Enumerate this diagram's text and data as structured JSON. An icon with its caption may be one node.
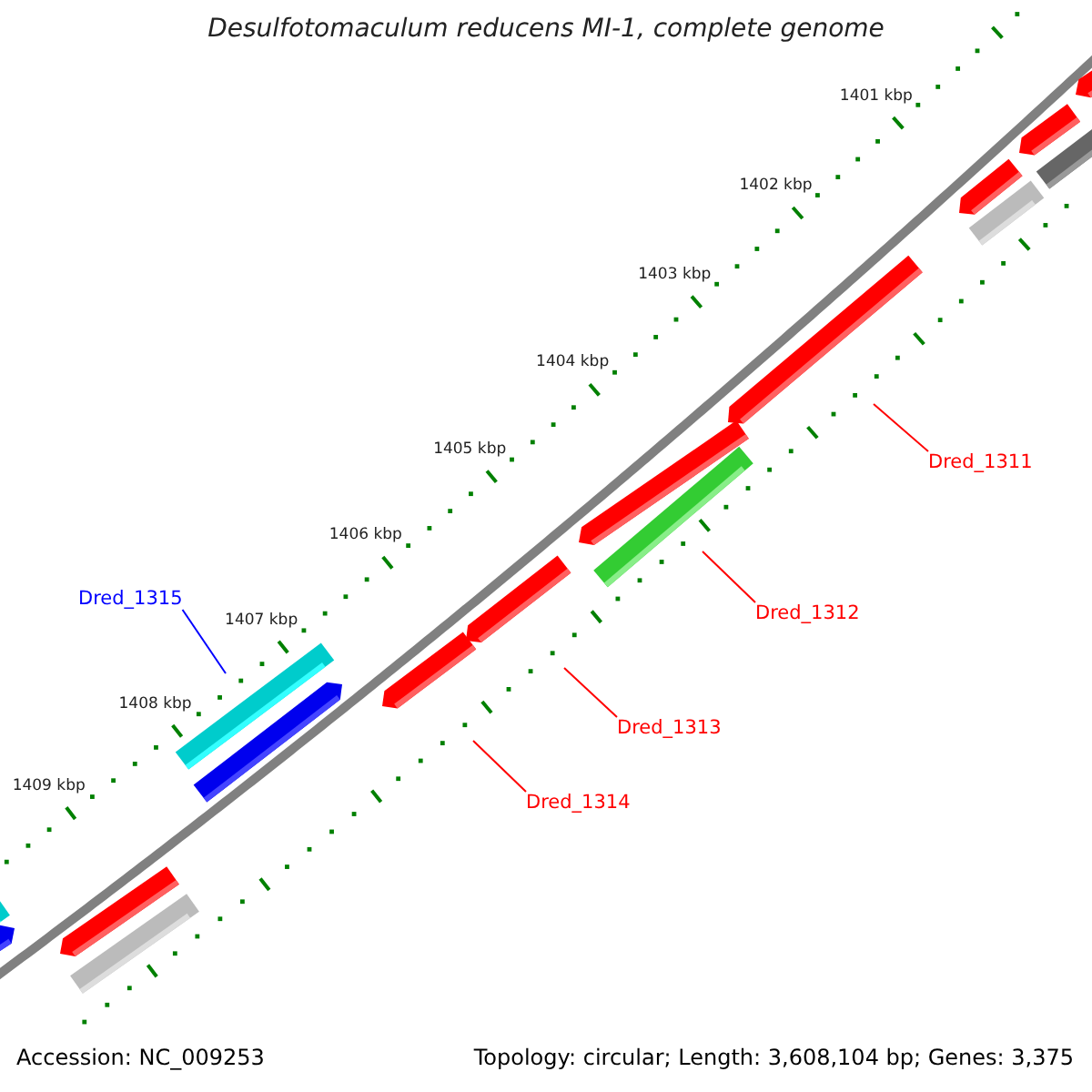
{
  "diagram": {
    "title": "Desulfotomaculum reducens MI-1, complete genome",
    "nodes": [
      {
        "text": [
          "Dred_1311"
        ]
      },
      {
        "text": [
          "Dred_1312"
        ]
      },
      {
        "text": [
          "Dred_1313"
        ]
      },
      {
        "text": [
          "Dred_1314"
        ]
      },
      {
        "text": [
          "Dred_1315"
        ]
      }
    ],
    "edges": [
      {
        "from": 0,
        "to": null,
        "arrow": "none"
      },
      {
        "from": 1,
        "to": null,
        "arrow": "none"
      },
      {
        "from": 2,
        "to": null,
        "arrow": "none"
      },
      {
        "from": 3,
        "to": null,
        "arrow": "none"
      },
      {
        "from": 4,
        "to": null,
        "arrow": "none",
        "color": "#0000ff"
      }
    ],
    "labels": [
      "1401 kbp",
      "1402 kbp",
      "1403 kbp",
      "1404 kbp",
      "1405 kbp",
      "1406 kbp",
      "1407 kbp",
      "1408 kbp",
      "1409 kbp",
      "Accession: NC_009253",
      "Topology: circular; Length: 3,608,104 bp; Genes: 3,375"
    ]
  }
}
